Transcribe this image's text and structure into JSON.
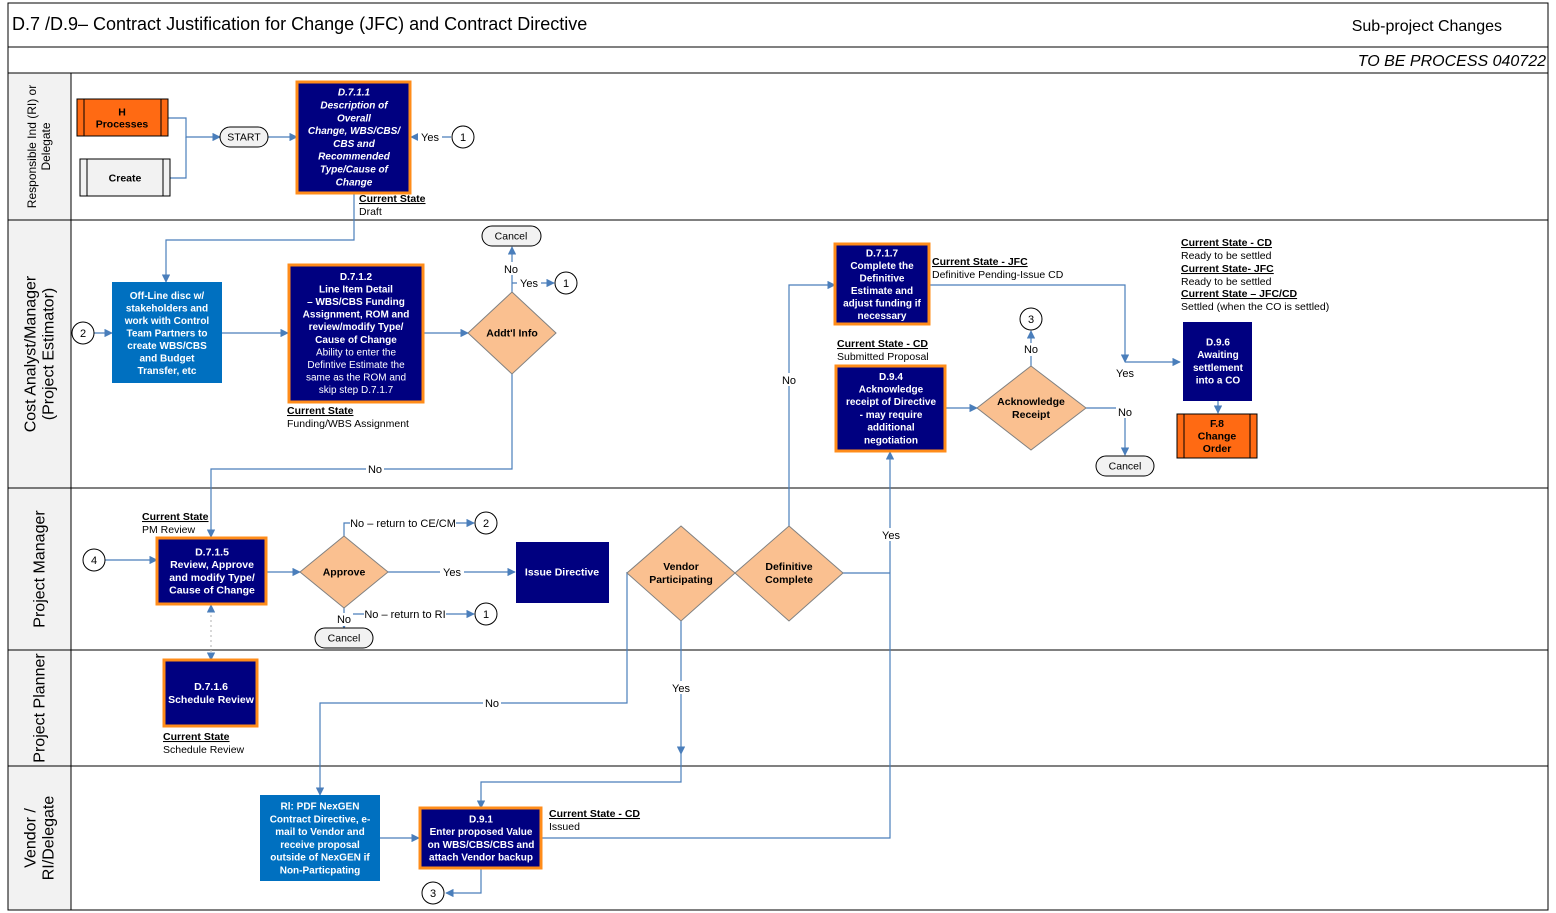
{
  "header": {
    "title": "D.7 /D.9– Contract Justification for Change (JFC) and Contract Directive",
    "subtitle": "Sub-project Changes",
    "process_label": "TO BE PROCESS 040722"
  },
  "lanes": [
    {
      "id": "lane-ri",
      "lines": [
        "Responsible Ind (RI) or",
        "Delegate"
      ]
    },
    {
      "id": "lane-cost",
      "lines": [
        "Cost Analyst/Manager",
        "(Project Estimator)"
      ]
    },
    {
      "id": "lane-pm",
      "lines": [
        "Project Manager"
      ]
    },
    {
      "id": "lane-planner",
      "lines": [
        "Project Planner"
      ]
    },
    {
      "id": "lane-vendor",
      "lines": [
        "Vendor /",
        "RI/Delegate"
      ]
    }
  ],
  "nodes": {
    "h_processes": {
      "lines": [
        "H",
        "Processes"
      ]
    },
    "create": {
      "lines": [
        "Create"
      ]
    },
    "start": {
      "lines": [
        "START"
      ]
    },
    "d711": {
      "lines": [
        "D.7.1.1",
        "Description of",
        "Overall",
        "Change, WBS/CBS/",
        "CBS and",
        "Recommended",
        "Type/Cause of",
        "Change"
      ]
    },
    "offline": {
      "lines": [
        "Off-Line disc w/",
        "stakeholders and",
        "work with Control",
        "Team Partners to",
        "create WBS/CBS",
        "and Budget",
        "Transfer, etc"
      ]
    },
    "d712": {
      "lines": [
        "D.7.1.2",
        "Line Item Detail",
        "– WBS/CBS Funding",
        "Assignment, ROM and",
        "review/modify Type/",
        "Cause of Change",
        "Ability to enter the",
        "Defintive Estimate the",
        "same as the ROM  and",
        "skip step D.7.1.7"
      ]
    },
    "addtl": {
      "lines": [
        "Addt'l Info"
      ]
    },
    "d717": {
      "lines": [
        "D.7.1.7",
        "Complete the",
        "Definitive",
        "Estimate and",
        "adjust funding if",
        "necessary"
      ]
    },
    "d94": {
      "lines": [
        "D.9.4",
        "Acknowledge",
        "receipt of Directive",
        "- may require",
        "additional",
        "negotiation"
      ]
    },
    "ack": {
      "lines": [
        "Acknowledge",
        "Receipt"
      ]
    },
    "d96": {
      "lines": [
        "D.9.6",
        "Awaiting",
        "settlement",
        "into a CO"
      ]
    },
    "f8": {
      "lines": [
        "F.8",
        "Change",
        "Order"
      ]
    },
    "d715": {
      "lines": [
        "D.7.1.5",
        "Review, Approve",
        "and modify Type/",
        "Cause of Change"
      ]
    },
    "approve": {
      "lines": [
        "Approve"
      ]
    },
    "issue": {
      "lines": [
        "Issue Directive"
      ]
    },
    "vendor_part": {
      "lines": [
        "Vendor",
        "Participating"
      ]
    },
    "def_complete": {
      "lines": [
        "Definitive",
        "Complete"
      ]
    },
    "d716": {
      "lines": [
        "D.7.1.6",
        "Schedule Review"
      ]
    },
    "rl_pdf": {
      "lines": [
        "Rl: PDF NexGEN",
        "Contract Directive, e-",
        "mail to Vendor and",
        "receive proposal",
        "outside of NexGEN if",
        "Non-Particpating"
      ]
    },
    "d91": {
      "lines": [
        "D.9.1",
        "Enter proposed Value",
        "on WBS/CBS/CBS and",
        "attach Vendor backup"
      ]
    },
    "cancel_top": {
      "lines": [
        "Cancel"
      ]
    },
    "cancel_right": {
      "lines": [
        "Cancel"
      ]
    },
    "cancel_pm": {
      "lines": [
        "Cancel"
      ]
    }
  },
  "connectors": {
    "c1_ri": "1",
    "c1_cost": "1",
    "c2_cost": "2",
    "c3_cost": "3",
    "c2_pm": "2",
    "c4_pm": "4",
    "c1_pm": "1",
    "c3_vendor": "3"
  },
  "states": [
    {
      "id": "st-d711",
      "title": "Current State",
      "value": "Draft"
    },
    {
      "id": "st-d712",
      "title": "Current State",
      "value": "Funding/WBS Assignment"
    },
    {
      "id": "st-d717",
      "title": "Current State - JFC",
      "value": "Definitive Pending-Issue CD"
    },
    {
      "id": "st-d94",
      "title": "Current State - CD",
      "value": "Submitted Proposal"
    },
    {
      "id": "st-d96a",
      "title": "Current State - CD",
      "value": "Ready to be settled"
    },
    {
      "id": "st-d96b",
      "title": "Current State- JFC",
      "value": "Ready to be settled"
    },
    {
      "id": "st-d96c",
      "title": "Current State – JFC/CD",
      "value": "Settled (when the CO is settled)"
    },
    {
      "id": "st-d715",
      "title": "Current State",
      "value": "PM Review"
    },
    {
      "id": "st-d716",
      "title": "Current State",
      "value": "Schedule Review"
    },
    {
      "id": "st-d91",
      "title": "Current State - CD",
      "value": "Issued"
    }
  ],
  "edge_labels": {
    "yes_ri": "Yes",
    "no_cancel_top": "No",
    "yes_addtl": "Yes",
    "no_addtl": "No",
    "no_def": "No",
    "no_ack": "No",
    "yes_merge": "Yes",
    "no_cancel_right": "No",
    "no_return_ce": "No – return to CE/CM",
    "yes_approve": "Yes",
    "no_approve": "No",
    "no_return_ri": "No – return to RI",
    "yes_def": "Yes",
    "no_vendor": "No",
    "yes_vendor": "Yes"
  },
  "colors": {
    "navy": "#000080",
    "orange_border": "#FF8C1A",
    "blue_box": "#0070C0",
    "orange_fill": "#FF6A13",
    "diamond": "#FAC090",
    "arrow": "#4A7EBB",
    "lane_header": "#F2F2F2"
  }
}
